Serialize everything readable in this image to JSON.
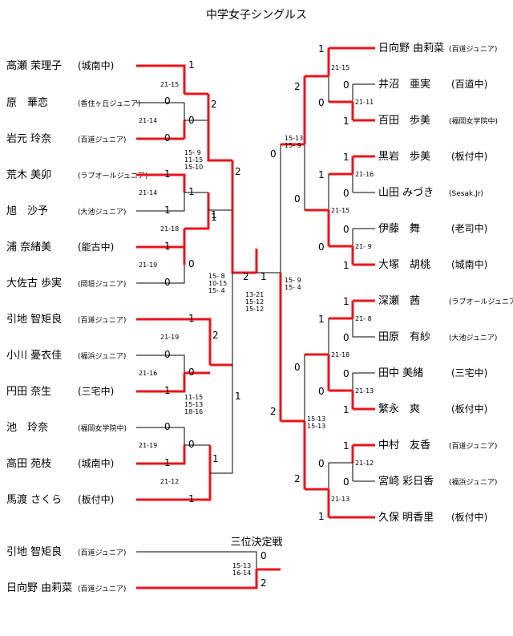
{
  "title": "中学女子シングルス",
  "left_players": [
    {
      "name": "高瀬 茉理子",
      "team": "(城南中)",
      "team_small": false
    },
    {
      "name": "原　華恋",
      "team": "(香住ヶ丘ジュニア)",
      "team_small": true
    },
    {
      "name": "岩元 玲奈",
      "team": "(百道ジュニア)",
      "team_small": true
    },
    {
      "name": "荒木 美卯",
      "team": "(ラブオールジュニア)",
      "team_small": true
    },
    {
      "name": "旭　沙予",
      "team": "(大池ジュニア)",
      "team_small": true
    },
    {
      "name": "浦 奈緒美",
      "team": "(能古中)",
      "team_small": false
    },
    {
      "name": "大佐古 歩実",
      "team": "(岡垣ジュニア)",
      "team_small": true
    },
    {
      "name": "引地 智矩良",
      "team": "(百道ジュニア)",
      "team_small": true
    },
    {
      "name": "小川 憂衣佳",
      "team": "(福浜ジュニア)",
      "team_small": true
    },
    {
      "name": "円田 奈生",
      "team": "(三宅中)",
      "team_small": false
    },
    {
      "name": "池　玲奈",
      "team": "(福岡女学院中)",
      "team_small": true
    },
    {
      "name": "高田 苑枝",
      "team": "(城南中)",
      "team_small": false
    },
    {
      "name": "馬渡 さくら",
      "team": "(板付中)",
      "team_small": false
    }
  ],
  "right_players": [
    {
      "name": "日向野 由莉菜",
      "team": "(百道ジュニア)",
      "team_small": true
    },
    {
      "name": "井沼　亜実",
      "team": "(百道中)",
      "team_small": false
    },
    {
      "name": "百田　歩美",
      "team": "(福岡女学院中)",
      "team_small": true
    },
    {
      "name": "黒岩　歩美",
      "team": "(板付中)",
      "team_small": false
    },
    {
      "name": "山田 みづき",
      "team": "(Sesak.Jr)",
      "team_small": true
    },
    {
      "name": "伊藤　舞",
      "team": "(老司中)",
      "team_small": false
    },
    {
      "name": "大塚　胡桃",
      "team": "(城南中)",
      "team_small": false
    },
    {
      "name": "深瀬　茜",
      "team": "(ラブオールジュニア)",
      "team_small": true
    },
    {
      "name": "田原　有紗",
      "team": "(大池ジュニア)",
      "team_small": true
    },
    {
      "name": "田中 美緒",
      "team": "(三宅中)",
      "team_small": false
    },
    {
      "name": "繁永　爽",
      "team": "(板付中)",
      "team_small": false
    },
    {
      "name": "中村　友香",
      "team": "(百道ジュニア)",
      "team_small": true
    },
    {
      "name": "宮崎 彩日香",
      "team": "(福浜ジュニア)",
      "team_small": true
    },
    {
      "name": "久保 明香里",
      "team": "(板付中)",
      "team_small": false
    }
  ],
  "third_place": {
    "title": "三位決定戦",
    "players": [
      {
        "name": "引地 智矩良",
        "team": "(百道ジュニア)",
        "score": "0"
      },
      {
        "name": "日向野 由莉菜",
        "team": "(百道ジュニア)",
        "score": "2"
      }
    ],
    "match_scores": [
      "15-13",
      "16-14"
    ]
  },
  "left_scores": {
    "r1": [
      "1",
      "0",
      "0",
      "1",
      "1",
      "0",
      "1",
      "0",
      "1",
      "0",
      "0",
      "1"
    ],
    "r2": [
      "2",
      "1",
      "0",
      "2",
      "1"
    ],
    "r3": [
      "2",
      "1"
    ],
    "semi": "2"
  },
  "left_match_scores": {
    "m1": [
      "21-15"
    ],
    "m2": [
      "21-14"
    ],
    "m3": [
      "21-14"
    ],
    "m4": [
      "21-18"
    ],
    "m5": [
      "21-19"
    ],
    "m6": [
      "21-19"
    ],
    "m7": [
      "21-16"
    ],
    "m8": [
      "21-19"
    ],
    "m9": [
      "21-12"
    ],
    "q1": [
      "15- 9",
      "11-15",
      "15-10"
    ],
    "q2": [
      "11-15",
      "15-13",
      "18-16"
    ],
    "s1": [
      "15- 8",
      "10-15",
      "15- 4"
    ]
  },
  "final_scores": {
    "left": "2",
    "right": "1",
    "match": [
      "13-21",
      "15-12",
      "15-12"
    ]
  },
  "right_scores": {
    "r1": [
      "1",
      "0",
      "1",
      "1",
      "0",
      "0",
      "1",
      "1",
      "0",
      "0",
      "1",
      "1",
      "0",
      "1"
    ],
    "r2": [
      "2",
      "0",
      "1",
      "0",
      "1",
      "0",
      "0",
      "2"
    ],
    "r3": [
      "0",
      "0",
      "0",
      "2"
    ],
    "semi": [
      "1"
    ]
  },
  "right_match_scores": {
    "a": [
      "21-15"
    ],
    "b": [
      "21-11"
    ],
    "c": [
      "21-16"
    ],
    "d": [
      "21-15"
    ],
    "e": [
      "21- 9"
    ],
    "f": [
      "21- 8"
    ],
    "g": [
      "21-18"
    ],
    "h": [
      "21-13"
    ],
    "i": [
      "21-12"
    ],
    "j": [
      "21-13"
    ],
    "q1": [
      "15-13",
      "15- 9"
    ],
    "q2": [
      "15-13",
      "15-13"
    ],
    "s1": [
      "15- 9",
      "15- 4"
    ]
  }
}
